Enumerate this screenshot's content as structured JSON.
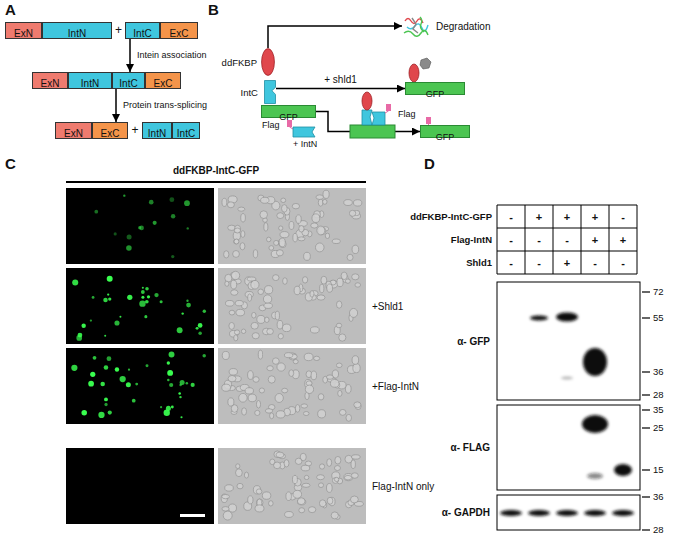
{
  "diagram": {
    "nodes": [
      {
        "text": [
          "ExN"
        ]
      },
      {
        "text": [
          "IntN"
        ]
      },
      {
        "text": [
          "IntC"
        ]
      },
      {
        "text": [
          "ExC"
        ]
      },
      {
        "text": [
          "ExN"
        ]
      },
      {
        "text": [
          "IntN"
        ]
      },
      {
        "text": [
          "IntC"
        ]
      },
      {
        "text": [
          "ExC"
        ]
      },
      {
        "text": [
          "ExN"
        ]
      },
      {
        "text": [
          "ExC"
        ]
      },
      {
        "text": [
          "IntN"
        ]
      },
      {
        "text": [
          "IntC"
        ]
      },
      {
        "text": [
          "ddFKBP"
        ]
      },
      {
        "text": [
          "IntC"
        ]
      },
      {
        "text": [
          "GFP"
        ]
      },
      {
        "text": [
          "Degradation"
        ]
      },
      {
        "text": [
          "GFP"
        ]
      },
      {
        "text": [
          "GFP"
        ]
      }
    ],
    "edges": [
      {
        "from": 2,
        "to": 6,
        "arrow": "to",
        "label": "Intein association"
      },
      {
        "from": 6,
        "to": 9,
        "arrow": "to",
        "label": "Protein trans-splicing"
      },
      {
        "from": 12,
        "to": 15,
        "arrow": "to"
      },
      {
        "from": 13,
        "to": 16,
        "arrow": "to",
        "label": "+ shld1"
      },
      {
        "from": 14,
        "to": 17,
        "arrow": "to"
      }
    ],
    "labels": [
      "A",
      "+",
      "+",
      "B",
      "Flag",
      "+ IntN",
      "Flag",
      "C",
      "ddFKBP-IntC-GFP",
      "+Shld1",
      "+Flag-IntN",
      "Flag-IntN only",
      "D",
      "ddFKBP-IntC-GFP",
      "Flag-IntN",
      "Shld1",
      "-",
      "+",
      "+",
      "+",
      "-",
      "-",
      "-",
      "-",
      "+",
      "+",
      "-",
      "-",
      "+",
      "-",
      "-",
      "α- GFP",
      "α- FLAG",
      "α- GAPDH",
      "72",
      "55",
      "36",
      "28",
      "35",
      "25",
      "15",
      "36",
      "28"
    ]
  }
}
